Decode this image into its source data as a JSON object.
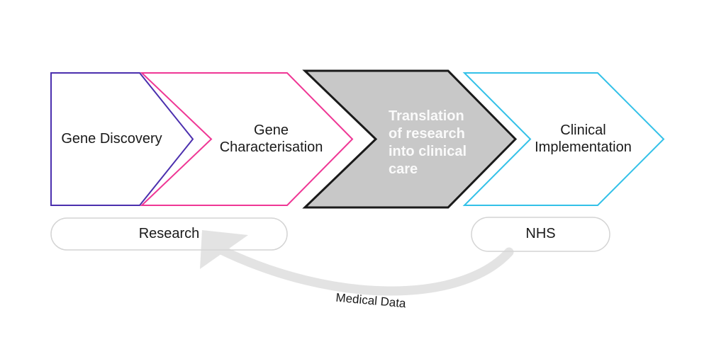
{
  "stages": [
    {
      "label_lines": [
        "Gene Discovery"
      ],
      "border_color": "#4b2fae",
      "fill_color": "#ffffff",
      "text_color": "#1a1a1a"
    },
    {
      "label_lines": [
        "Gene",
        "Characterisation"
      ],
      "border_color": "#ef3795",
      "fill_color": "#ffffff",
      "text_color": "#1a1a1a"
    },
    {
      "label_lines": [
        "Translation",
        "of research",
        "into clinical",
        "care"
      ],
      "border_color": "#1a1a1a",
      "fill_color": "#c8c8c8",
      "text_color": "#fafafa"
    },
    {
      "label_lines": [
        "Clinical",
        "Implementation"
      ],
      "border_color": "#33c1e8",
      "fill_color": "#ffffff",
      "text_color": "#1a1a1a"
    }
  ],
  "groups": [
    {
      "label": "Research",
      "border_color": "#d4d4d4"
    },
    {
      "label": "NHS",
      "border_color": "#d4d4d4"
    }
  ],
  "feedback_arrow": {
    "label": "Medical Data",
    "color": "#e3e3e3"
  }
}
